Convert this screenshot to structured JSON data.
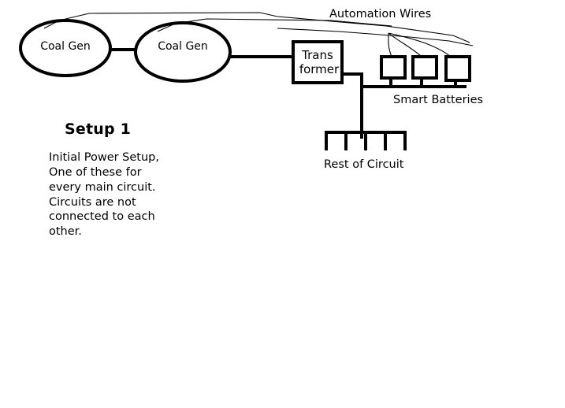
{
  "diagram": {
    "title_block": {
      "heading": "Setup 1",
      "body": "Initial Power Setup,\nOne of these for\nevery main circuit.\nCircuits are not\nconnected to each\nother."
    },
    "nodes": [
      {
        "id": "coal-gen-1",
        "label": "Coal Gen",
        "shape": "ellipse"
      },
      {
        "id": "coal-gen-2",
        "label": "Coal Gen",
        "shape": "ellipse"
      },
      {
        "id": "transformer",
        "label_line1": "Trans",
        "label_line2": "former",
        "shape": "rect"
      },
      {
        "id": "battery-1",
        "label": "",
        "shape": "rect"
      },
      {
        "id": "battery-2",
        "label": "",
        "shape": "rect"
      },
      {
        "id": "battery-3",
        "label": "",
        "shape": "rect"
      }
    ],
    "labels": {
      "automation_wires": "Automation Wires",
      "smart_batteries": "Smart Batteries",
      "rest_of_circuit": "Rest of Circuit"
    },
    "colors": {
      "stroke": "#000000",
      "background": "#ffffff",
      "text": "#000000"
    }
  }
}
